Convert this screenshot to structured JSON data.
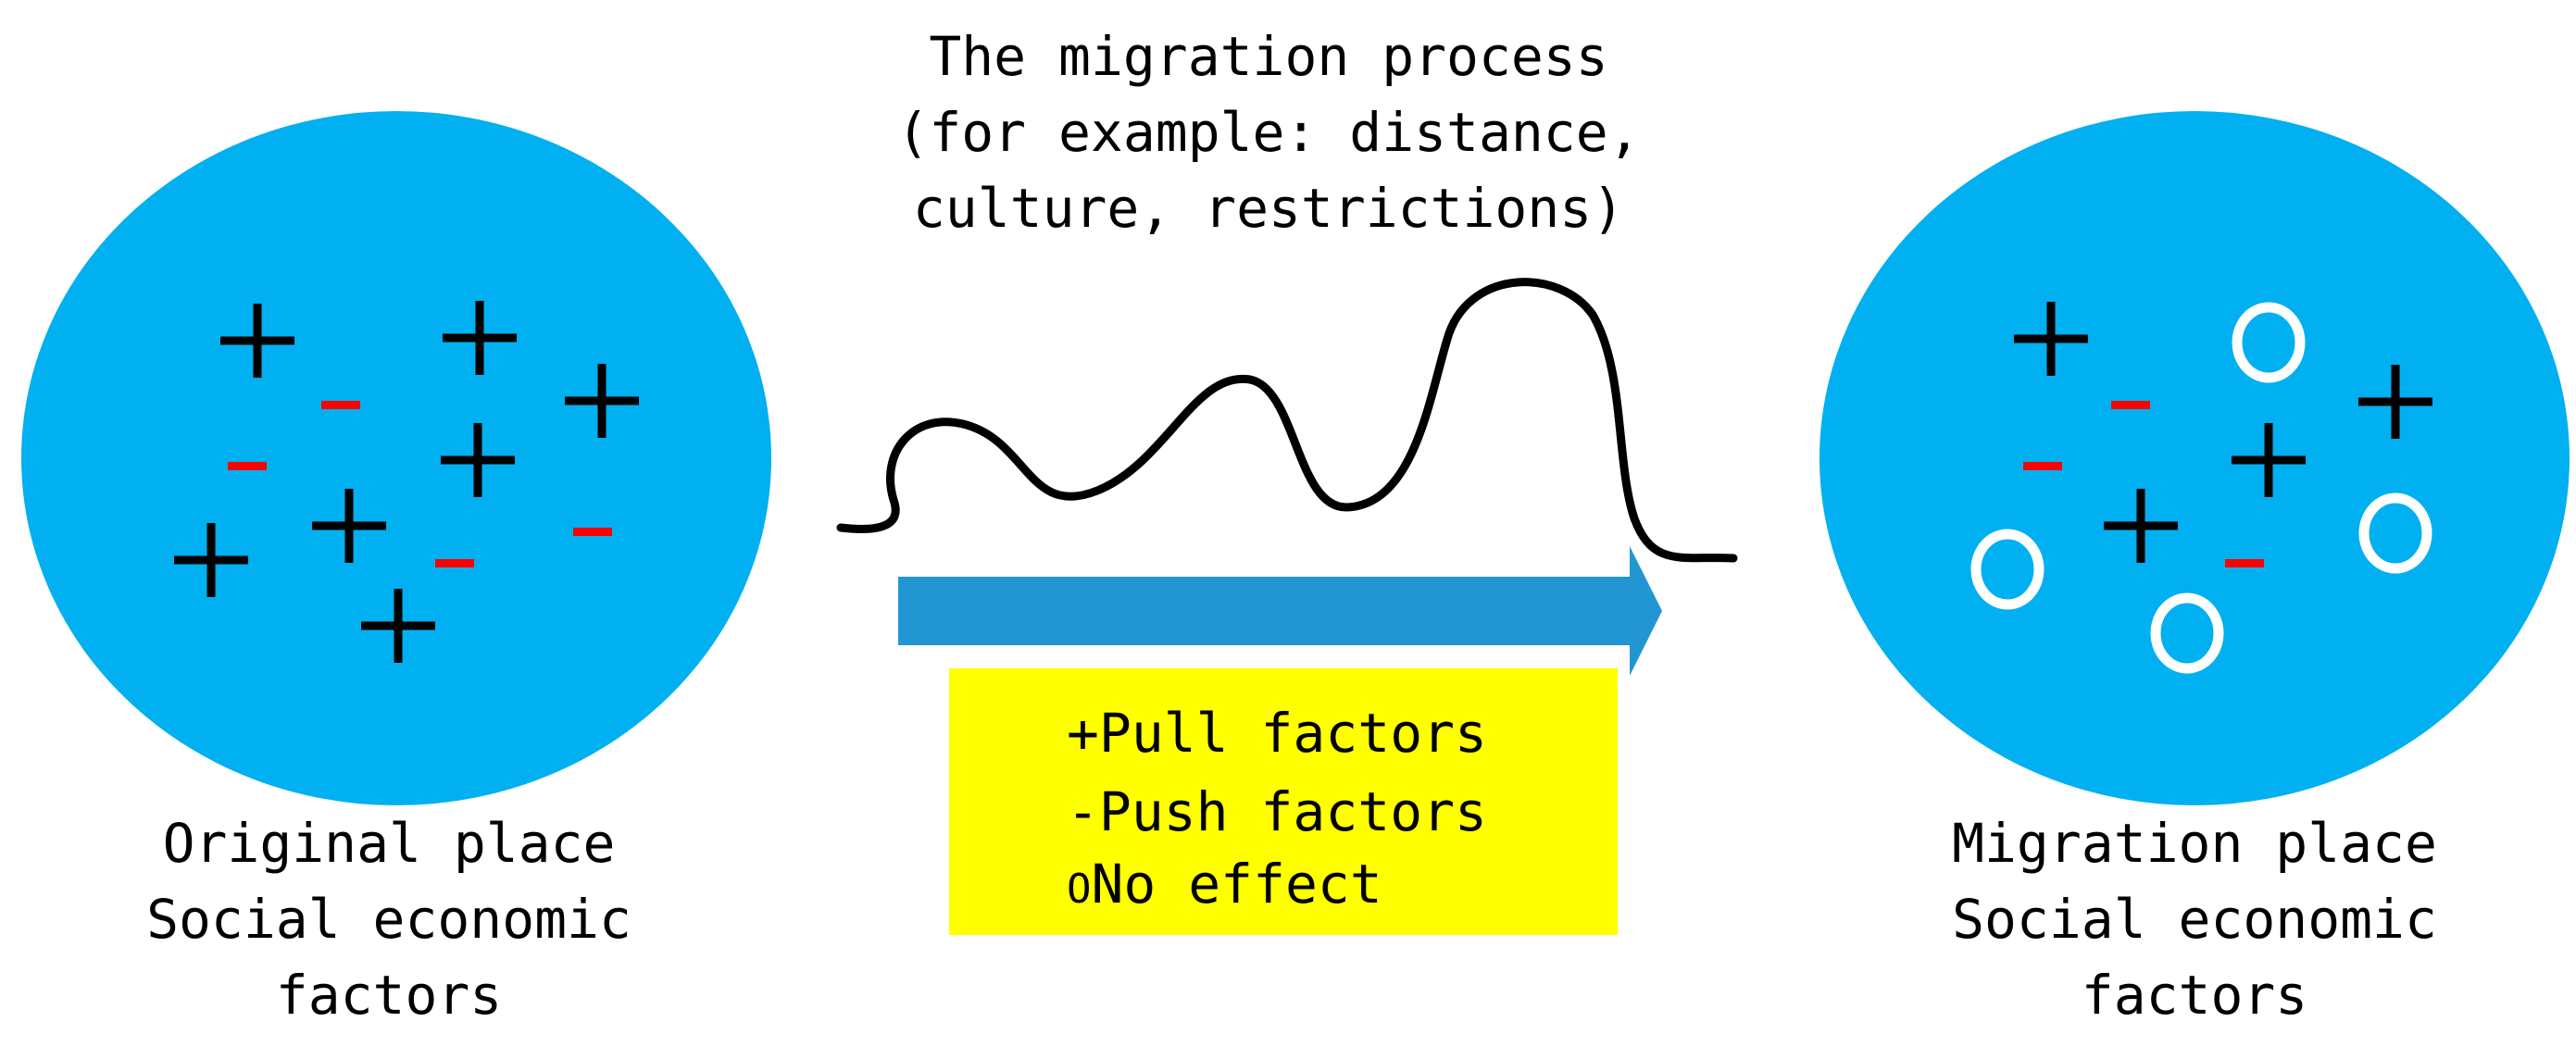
{
  "colors": {
    "circle": "#00b0f0",
    "arrow": "#2196d3",
    "legend_bg": "#ffff00",
    "plus": "#000000",
    "minus": "#ff0000",
    "zero": "#ffffff"
  },
  "icons": {
    "plus": "plus-icon",
    "minus": "minus-icon",
    "zero": "circle-icon",
    "arrow": "arrow-right-icon"
  },
  "process": {
    "title_lines": [
      "The migration process",
      "(for example: distance,",
      "culture, restrictions)"
    ]
  },
  "origin": {
    "caption_lines": [
      "Original place",
      "Social economic",
      "factors"
    ]
  },
  "destination": {
    "caption_lines": [
      "Migration place",
      "Social economic",
      "factors"
    ]
  },
  "legend": {
    "pull_symbol": "+",
    "pull_label": "Pull factors",
    "push_symbol": "-",
    "push_label": "Push factors",
    "none_symbol": "O",
    "none_label": "No effect"
  }
}
